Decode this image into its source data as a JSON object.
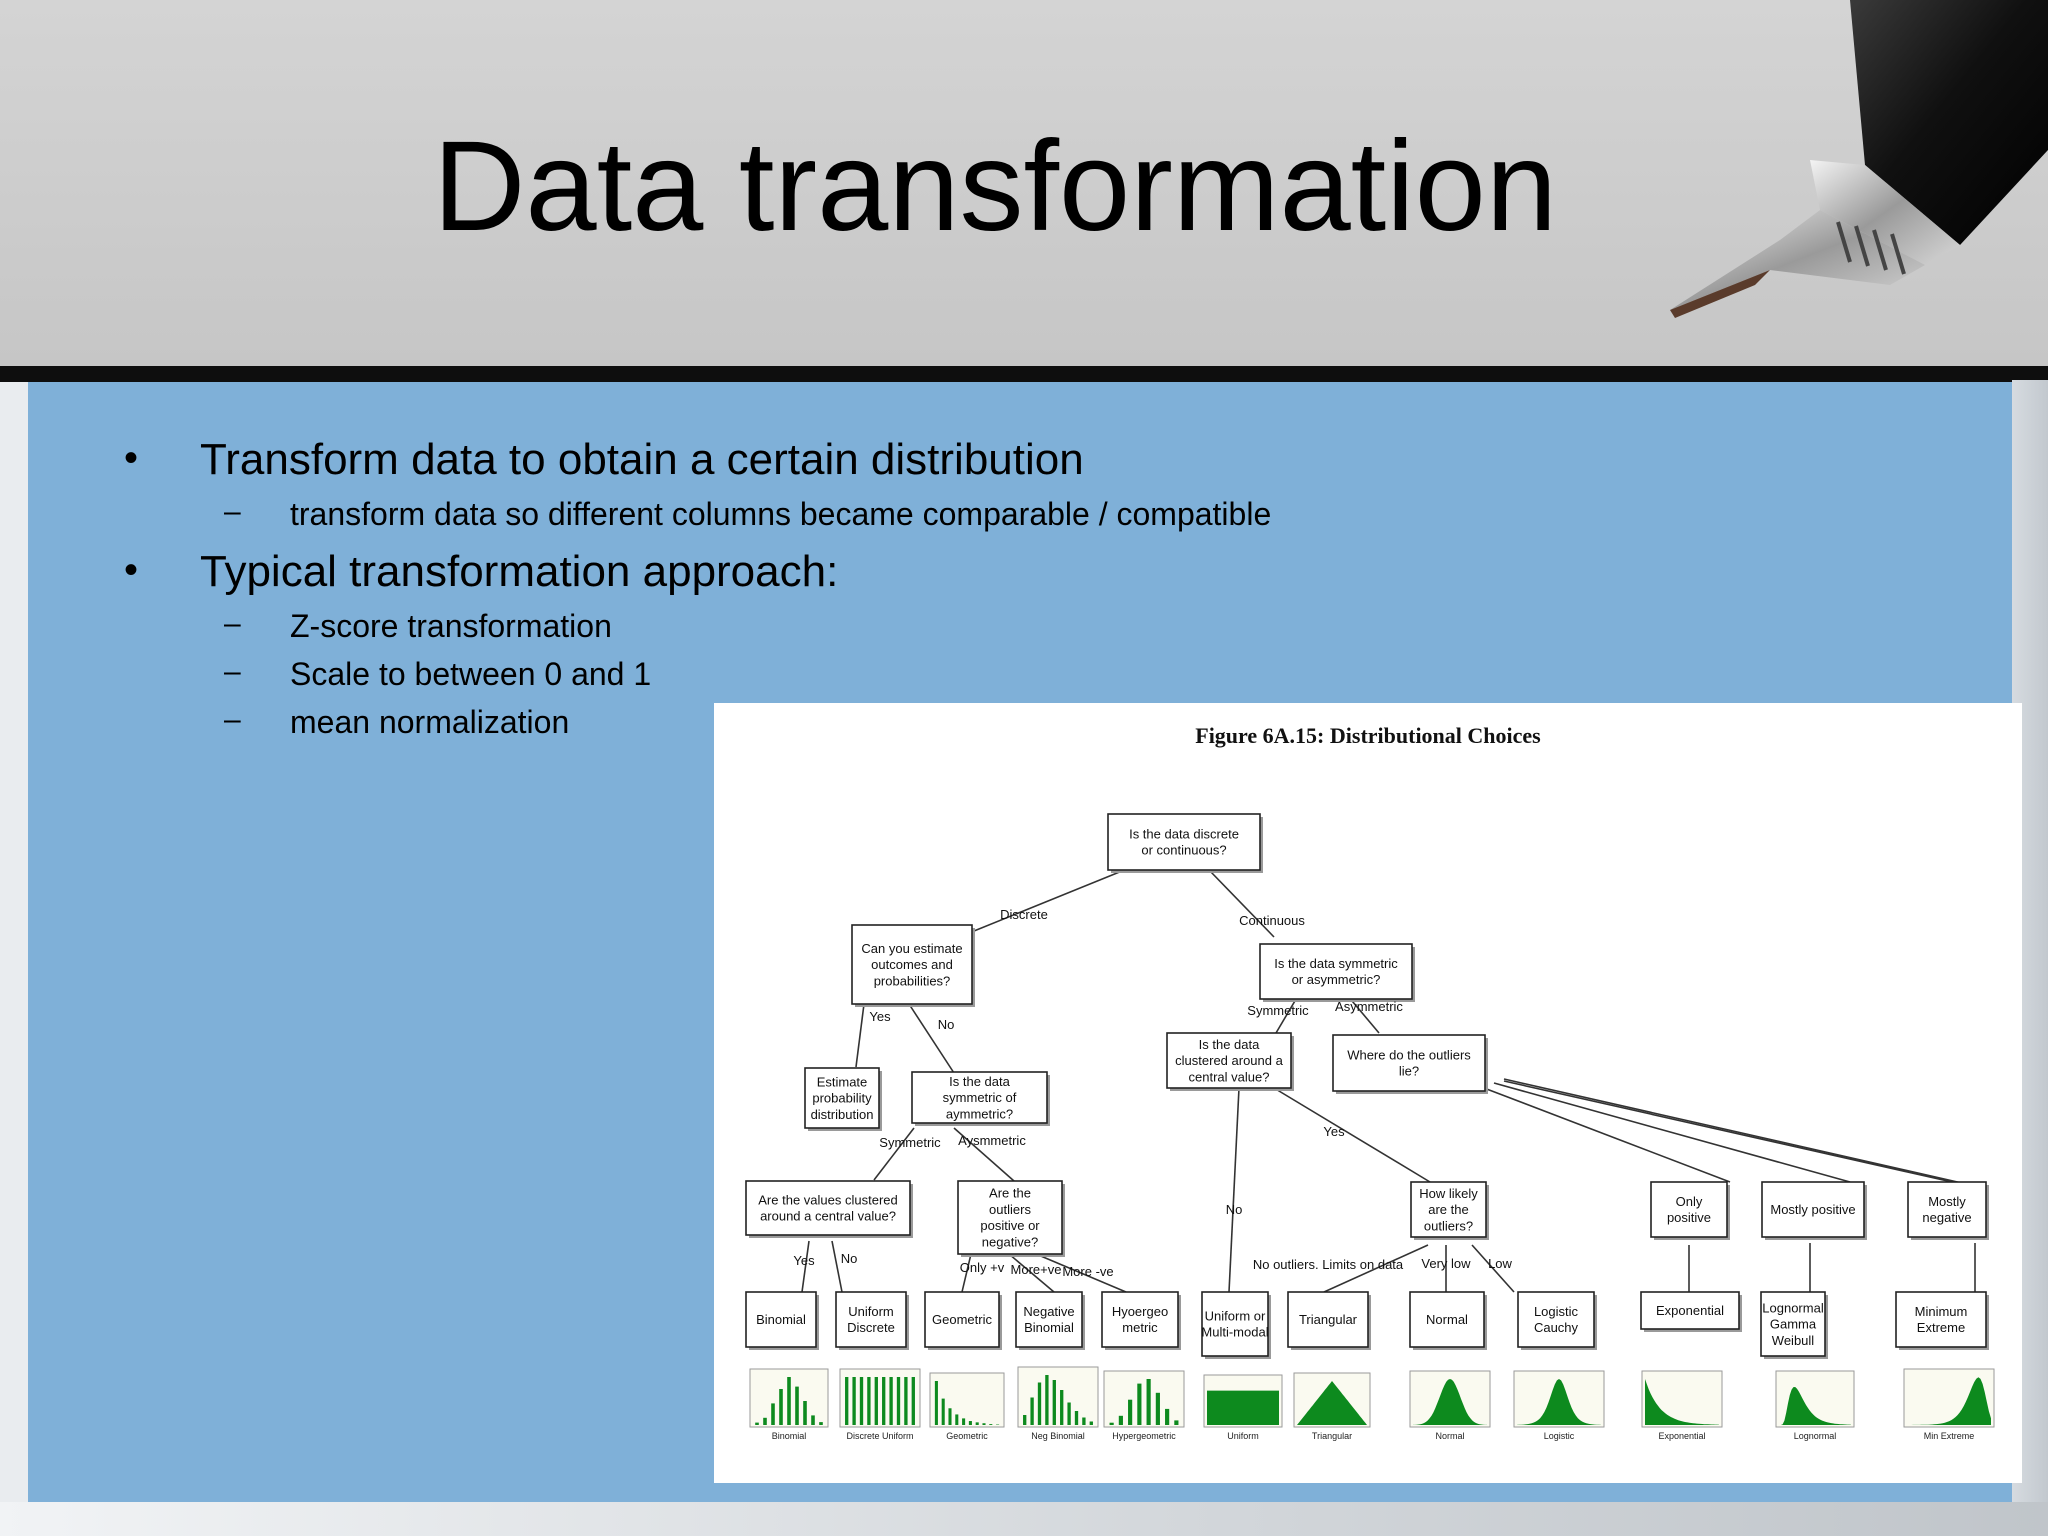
{
  "slide": {
    "title": "Data transformation",
    "bullets": [
      {
        "text": "Transform data to obtain a certain distribution",
        "sub": [
          "transform data so different columns became comparable / compatible"
        ]
      },
      {
        "text": "Typical transformation approach:",
        "sub": [
          "Z-score transformation",
          "Scale to between 0 and 1",
          "mean normalization"
        ]
      }
    ]
  },
  "figure": {
    "title": "Figure 6A.15: Distributional Choices",
    "nodes": {
      "root": "Is the data discrete or continuous?",
      "discrete_q": "Can you estimate outcomes and probabilities?",
      "continuous_q": "Is the data symmetric or asymmetric?",
      "estimate": "Estimate probability distribution",
      "disc_sym": "Is the data symmetric of aymmetric?",
      "cont_cluster": "Is the data clustered around a central value?",
      "outliers_where": "Where do the outliers lie?",
      "disc_cluster": "Are the values clustered around a central value?",
      "disc_outliers": "Are the outliers positive or negative?",
      "how_likely": "How likely are the outliers?",
      "only_positive": "Only positive",
      "mostly_positive": "Mostly positive",
      "mostly_negative": "Mostly negative"
    },
    "edge_labels": {
      "discrete": "Discrete",
      "continuous": "Continuous",
      "yes1": "Yes",
      "no1": "No",
      "symmetric1": "Symmetric",
      "asymmetric1": "Asymmetric",
      "symmetric2": "Symmetric",
      "aysmmetric2": "Aysmmetric",
      "yes2": "Yes",
      "no2": "No",
      "yes3": "Yes",
      "no3": "No",
      "only_pos": "Only +v",
      "more_pos": "More+ve",
      "more_neg": "More -ve",
      "no_outliers": "No outliers. Limits on data",
      "very_low": "Very low",
      "low": "Low"
    },
    "leaves": [
      {
        "label": "Binomial",
        "caption": "Binomial",
        "shape": "binomial"
      },
      {
        "label": "Uniform Discrete",
        "caption": "Discrete Uniform",
        "shape": "discrete-uniform"
      },
      {
        "label": "Geometric",
        "caption": "Geometric",
        "shape": "geometric"
      },
      {
        "label": "Negative Binomial",
        "caption": "Neg Binomial",
        "shape": "neg-binomial"
      },
      {
        "label": "Hyoergeo metric",
        "caption": "Hypergeometric",
        "shape": "hypergeometric"
      },
      {
        "label": "Uniform or Multi-modal",
        "caption": "Uniform",
        "shape": "uniform"
      },
      {
        "label": "Triangular",
        "caption": "Triangular",
        "shape": "triangular"
      },
      {
        "label": "Normal",
        "caption": "Normal",
        "shape": "normal"
      },
      {
        "label": "Logistic Cauchy",
        "caption": "Logistic",
        "shape": "logistic"
      },
      {
        "label": "Exponential",
        "caption": "Exponential",
        "shape": "exponential"
      },
      {
        "label": "Lognormal Gamma Weibull",
        "caption": "Lognormal",
        "shape": "lognormal"
      },
      {
        "label": "Minimum Extreme",
        "caption": "Min Extreme",
        "shape": "min-extreme"
      }
    ],
    "colors": {
      "fill": "#0d8a1e",
      "panel": "#fafaf0",
      "line": "#333333"
    }
  }
}
